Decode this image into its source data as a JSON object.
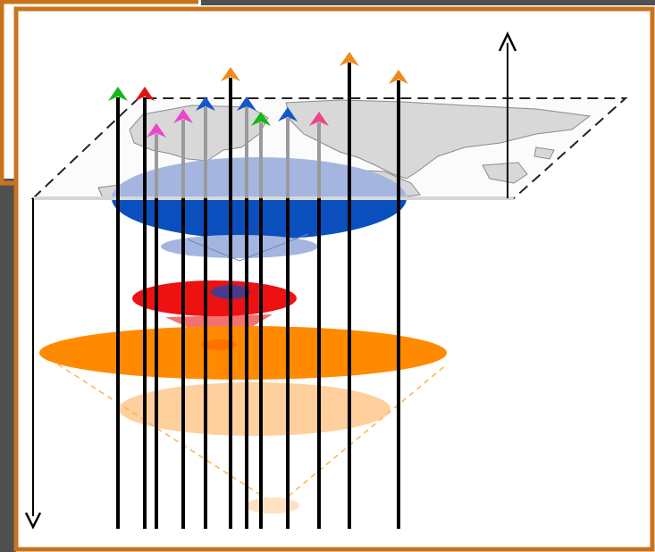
{
  "colors": {
    "frame": "#c8741c",
    "dark_panel": "#505050",
    "map_land": "#d8d8d8",
    "blue_dark": "#0a4fbd",
    "blue_light": "#a4b6e0",
    "red": "#ee1111",
    "orange": "#ff8a00",
    "peach": "#ffcf9e",
    "arrow_green": "#14b814",
    "arrow_red": "#e11414",
    "arrow_magenta": "#ee44cc",
    "arrow_blue": "#1556c8",
    "arrow_pink": "#ee4488",
    "arrow_orange": "#f08a1a",
    "arrow_black": "#000000"
  },
  "diagram": {
    "layers": [
      {
        "name": "blue-layer",
        "color": "blue_dark"
      },
      {
        "name": "red-layer",
        "color": "red"
      },
      {
        "name": "orange-layer",
        "color": "orange"
      },
      {
        "name": "peach-layer",
        "color": "peach"
      }
    ],
    "profiles": [
      {
        "color": "arrow_green"
      },
      {
        "color": "arrow_red"
      },
      {
        "color": "arrow_magenta"
      },
      {
        "color": "arrow_magenta"
      },
      {
        "color": "arrow_blue"
      },
      {
        "color": "arrow_orange"
      },
      {
        "color": "arrow_blue"
      },
      {
        "color": "arrow_green"
      },
      {
        "color": "arrow_blue"
      },
      {
        "color": "arrow_pink"
      },
      {
        "color": "arrow_orange"
      },
      {
        "color": "arrow_orange"
      }
    ],
    "axes": [
      {
        "name": "vertical-axis-up",
        "direction": "up"
      },
      {
        "name": "vertical-axis-down",
        "direction": "down"
      }
    ]
  }
}
